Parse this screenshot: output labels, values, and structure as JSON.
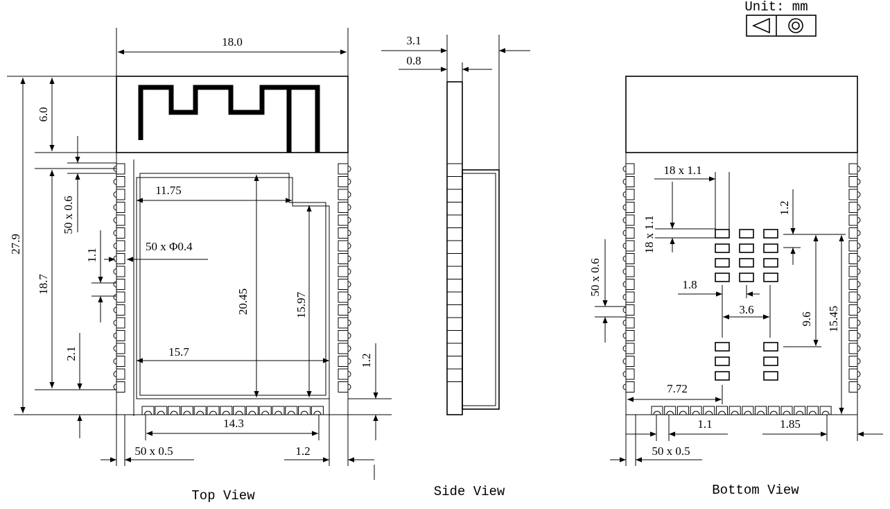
{
  "unit": {
    "label": "Unit: mm"
  },
  "top_view": {
    "title": "Top View",
    "width": "18.0",
    "antenna_height": "6.0",
    "total_height": "27.9",
    "pin_span": "18.7",
    "pad_width": "50 x 0.6",
    "pitch": "1.1",
    "bottom_offset": "2.1",
    "hole": "50 x Φ0.4",
    "shield_notch": "11.75",
    "shield_height": "20.45",
    "shield_right_height": "15.97",
    "shield_width": "15.7",
    "bottom_pin_span": "14.3",
    "bottom_pad": "50 x 0.5",
    "bottom_edge": "1.2",
    "right_edge": "1.2"
  },
  "side_view": {
    "title": "Side View",
    "thickness": "3.1",
    "pcb": "0.8"
  },
  "bottom_view": {
    "title": "Bottom View",
    "pad_w": "18 x 1.1",
    "pad_h": "18 x 1.1",
    "row_pitch": "1.2",
    "side_pad": "50 x 0.6",
    "col_pitch": "1.8",
    "col_span": "3.6",
    "group_span": "9.6",
    "to_bottom": "15.45",
    "from_left": "7.72",
    "bottom_pitch": "1.1",
    "right_offset": "1.85",
    "bottom_pad": "50 x 0.5"
  }
}
